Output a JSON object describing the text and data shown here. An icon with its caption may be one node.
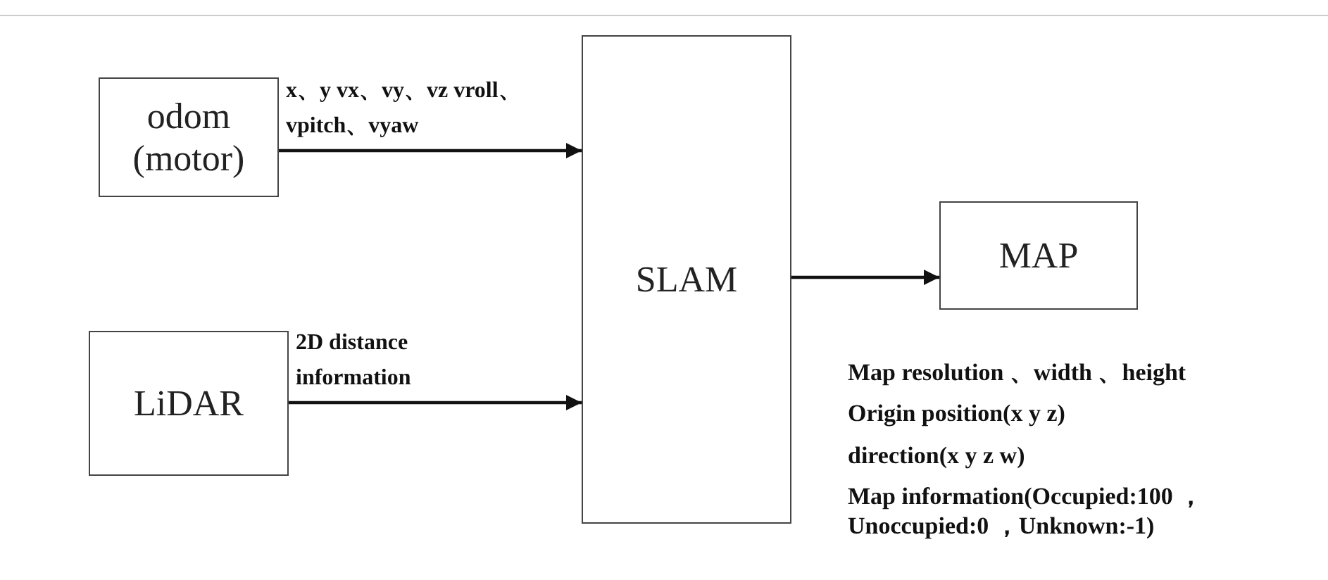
{
  "diagram": {
    "nodes": [
      {
        "text": [
          "odom (motor)"
        ]
      },
      {
        "text": [
          "LiDAR"
        ]
      },
      {
        "text": [
          "SLAM"
        ]
      },
      {
        "text": [
          "MAP"
        ],
        "beside": [
          "Map resolution 、width 、height",
          "Origin position(x y z)",
          "direction(x y z w)",
          "Map information(Occupied:100 ，Unoccupied:0 ，Unknown:-1)"
        ]
      }
    ],
    "edges": [
      {
        "from": 0,
        "to": 2,
        "arrow": "to",
        "label": "x、y vx、vy、vz vroll、vpitch、vyaw"
      },
      {
        "from": 1,
        "to": 2,
        "arrow": "to",
        "label": "2D distance information"
      },
      {
        "from": 2,
        "to": 3,
        "arrow": "to"
      }
    ]
  }
}
